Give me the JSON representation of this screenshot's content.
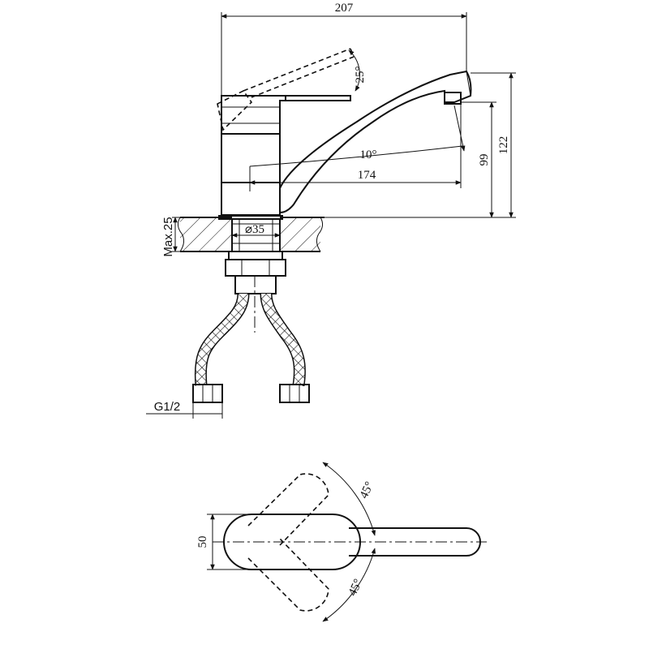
{
  "drawing": {
    "dimensions": {
      "overall_width": "207",
      "lever_angle": "25°",
      "spout_angle": "10°",
      "spout_reach": "174",
      "height_outlet": "99",
      "height_total": "122",
      "base_diameter": "⌀35",
      "max_counter": "Max.25",
      "thread": "G1/2",
      "body_width": "50",
      "swing_left": "45°",
      "swing_right": "45°"
    }
  }
}
